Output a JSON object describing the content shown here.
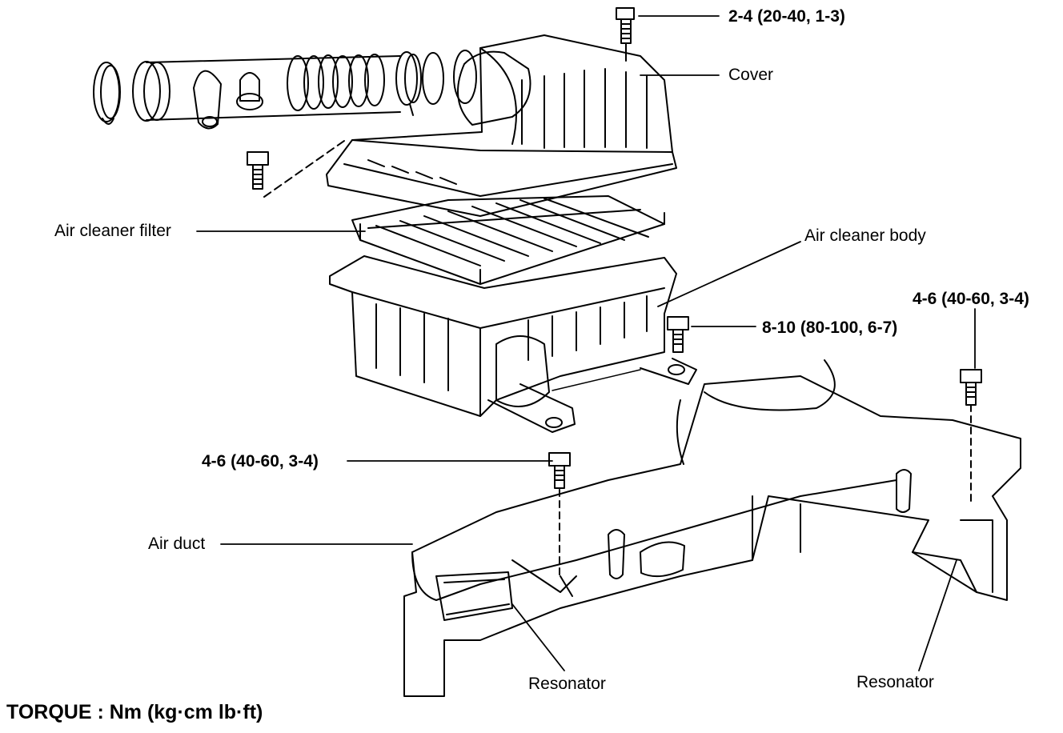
{
  "labels": {
    "torque_top": "2-4 (20-40, 1-3)",
    "cover": "Cover",
    "air_cleaner_filter": "Air cleaner filter",
    "air_cleaner_body": "Air cleaner body",
    "torque_right": "4-6 (40-60, 3-4)",
    "torque_mid": "8-10 (80-100, 6-7)",
    "torque_left": "4-6 (40-60, 3-4)",
    "air_duct": "Air duct",
    "resonator_left": "Resonator",
    "resonator_right": "Resonator"
  },
  "footer": {
    "torque_units": "TORQUE : Nm (kg·cm lb·ft)"
  },
  "colors": {
    "line": "#000000",
    "background": "#ffffff"
  }
}
